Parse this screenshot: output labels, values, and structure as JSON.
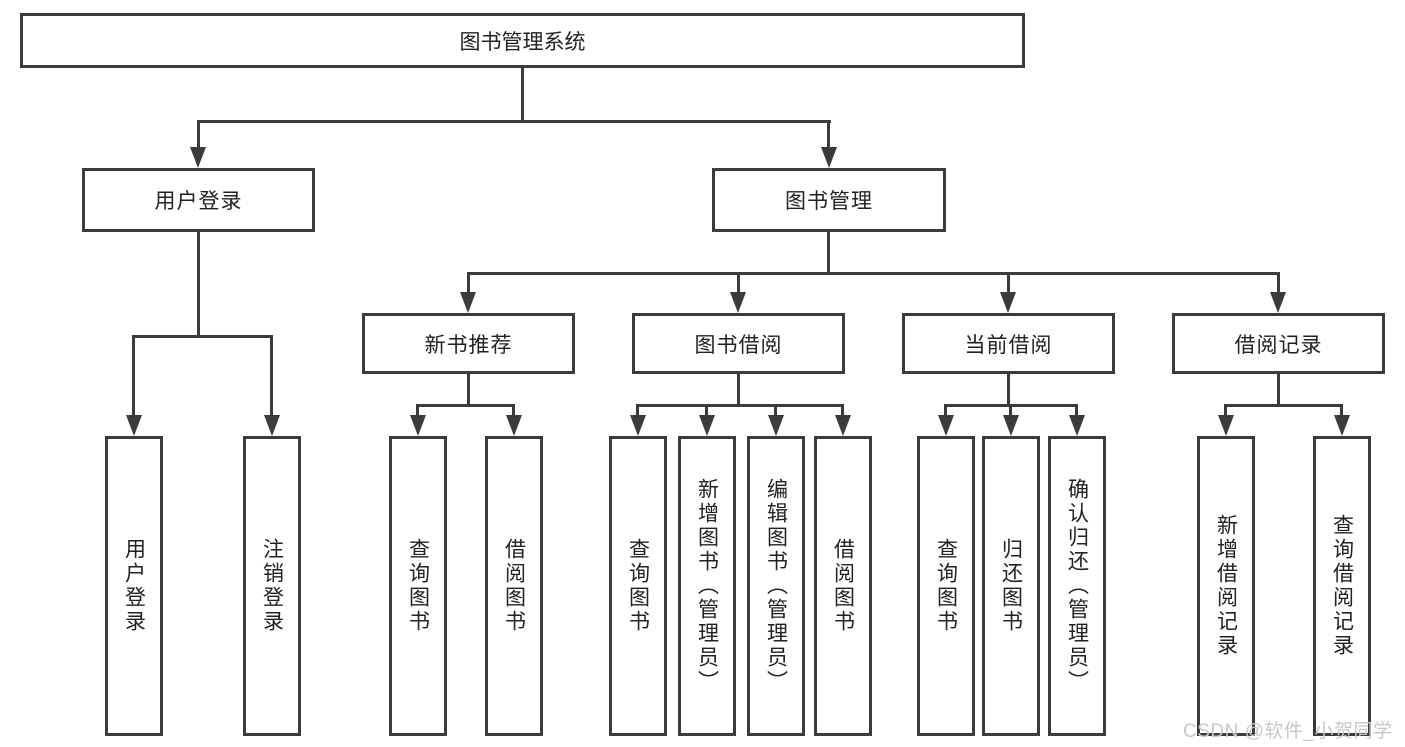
{
  "diagram": {
    "type": "hierarchy-tree",
    "nodes": {
      "root": "图书管理系统",
      "user_login": "用户登录",
      "book_management": "图书管理",
      "new_book_recommend": "新书推荐",
      "book_borrowing": "图书借阅",
      "current_borrowing": "当前借阅",
      "borrowing_records": "借阅记录",
      "leaf_user_login": "用户登录",
      "leaf_logout": "注销登录",
      "leaf_nb_query_books": "查询图书",
      "leaf_nb_borrow_books": "借阅图书",
      "leaf_bb_query_books": "查询图书",
      "leaf_bb_add_books": "新增图书（管理员）",
      "leaf_bb_edit_books": "编辑图书（管理员）",
      "leaf_bb_borrow_books": "借阅图书",
      "leaf_cb_query_books": "查询图书",
      "leaf_cb_return_books": "归还图书",
      "leaf_cb_confirm_return": "确认归还（管理员）",
      "leaf_br_add_record": "新增借阅记录",
      "leaf_br_query_record": "查询借阅记录"
    },
    "edges": [
      [
        "图书管理系统",
        "用户登录"
      ],
      [
        "图书管理系统",
        "图书管理"
      ],
      [
        "用户登录",
        "用户登录"
      ],
      [
        "用户登录",
        "注销登录"
      ],
      [
        "图书管理",
        "新书推荐"
      ],
      [
        "图书管理",
        "图书借阅"
      ],
      [
        "图书管理",
        "当前借阅"
      ],
      [
        "图书管理",
        "借阅记录"
      ],
      [
        "新书推荐",
        "查询图书"
      ],
      [
        "新书推荐",
        "借阅图书"
      ],
      [
        "图书借阅",
        "查询图书"
      ],
      [
        "图书借阅",
        "新增图书（管理员）"
      ],
      [
        "图书借阅",
        "编辑图书（管理员）"
      ],
      [
        "图书借阅",
        "借阅图书"
      ],
      [
        "当前借阅",
        "查询图书"
      ],
      [
        "当前借阅",
        "归还图书"
      ],
      [
        "当前借阅",
        "确认归还（管理员）"
      ],
      [
        "借阅记录",
        "新增借阅记录"
      ],
      [
        "借阅记录",
        "查询借阅记录"
      ]
    ]
  },
  "watermark": "CSDN @软件_小贺同学",
  "colors": {
    "line": "#3b3b3b",
    "border": "#3b3b3b",
    "text": "#222222",
    "watermark": "#c8c8c8",
    "background": "#ffffff"
  }
}
